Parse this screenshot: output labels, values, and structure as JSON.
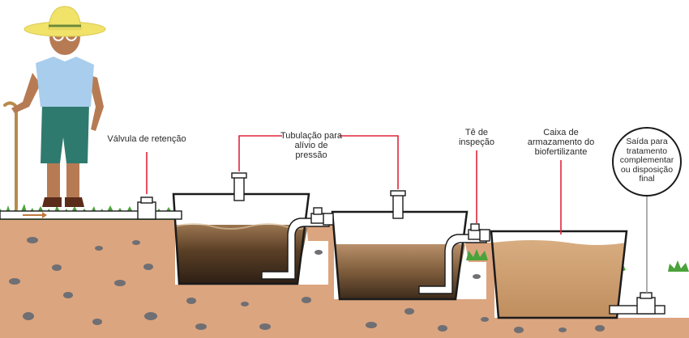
{
  "labels": {
    "check_valve": "Válvula de retenção",
    "relief_pipe": "Tubulação para\nalívio de\npressão",
    "inspection_tee": "Tê de\ninspeção",
    "storage_box": "Caixa de\narmazamento do\nbiofertilizante",
    "outlet": "Saída para\ntratamento\ncomplementar\nou disposição\nfinal"
  },
  "colors": {
    "soil": "#dba57f",
    "stone": "#6f6f74",
    "grass": "#4aa23a",
    "leader_line": "#e0253a",
    "dark_sludge": "#3d2c1c",
    "mid_sludge": "#7a5836",
    "light_liquid": "#c99e71",
    "flow_arrow": "#c0783e"
  },
  "icons": {
    "person": "farmer-figure-icon",
    "flow": "flow-arrow-icon"
  }
}
